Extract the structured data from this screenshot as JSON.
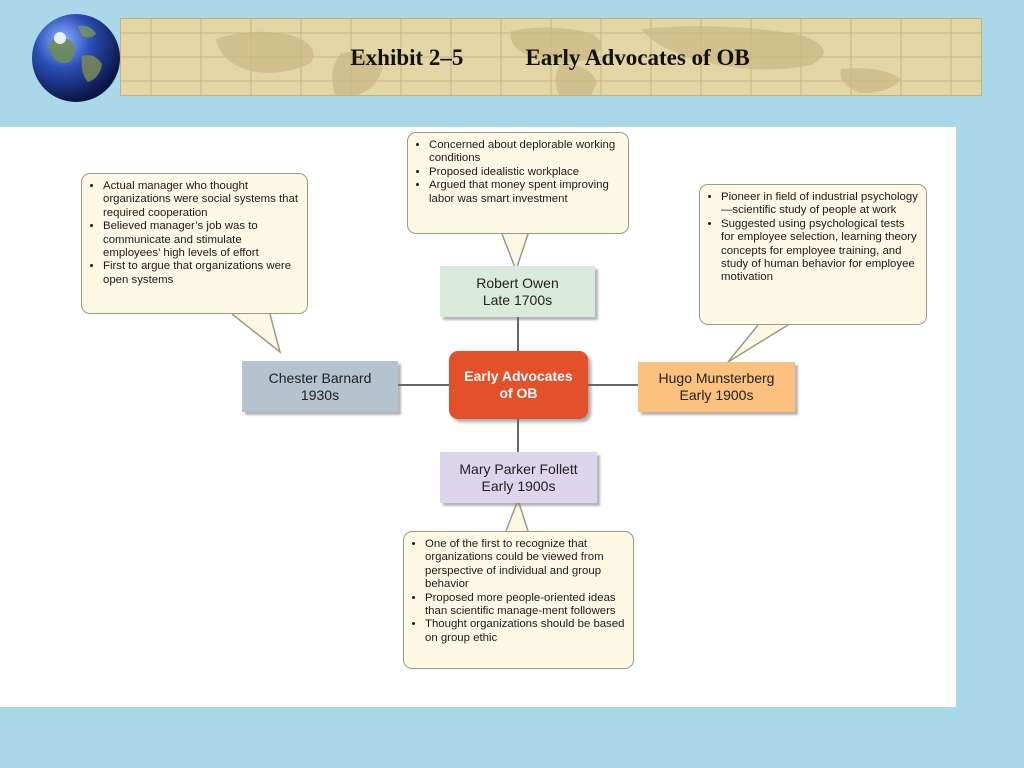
{
  "header": {
    "exhibit_label": "Exhibit 2–5",
    "title": "Early Advocates of OB"
  },
  "center": {
    "line1": "Early Advocates",
    "line2": "of OB",
    "color": "#e4502a"
  },
  "advocates": {
    "owen": {
      "name": "Robert Owen",
      "era": "Late 1700s",
      "color": "#d9e9dc",
      "bullets": [
        "Concerned about deplorable working conditions",
        "Proposed idealistic workplace",
        "Argued that money spent improving labor was smart investment"
      ]
    },
    "barnard": {
      "name": "Chester Barnard",
      "era": "1930s",
      "color": "#b5c3ce",
      "bullets": [
        "Actual manager who thought organizations were social systems that required cooperation",
        "Believed manager’s job was to communicate and stimulate employees’ high levels of effort",
        "First to argue that organizations were open systems"
      ]
    },
    "munsterberg": {
      "name": "Hugo Munsterberg",
      "era": "Early 1900s",
      "color": "#fbc07e",
      "bullets": [
        "Pioneer in field of industrial psychology—scientific study of people at work",
        "Suggested using psychological tests for employee selection, learning theory concepts for employee training, and study of human behavior for employee motivation"
      ]
    },
    "follett": {
      "name": "Mary Parker Follett",
      "era": "Early 1900s",
      "color": "#dcd5ec",
      "bullets": [
        "One of the first to recognize that organizations could be viewed from perspective of individual and group behavior",
        "Proposed more people-oriented ideas than scientific manage-ment followers",
        "Thought organizations should be based on group ethic"
      ]
    }
  }
}
